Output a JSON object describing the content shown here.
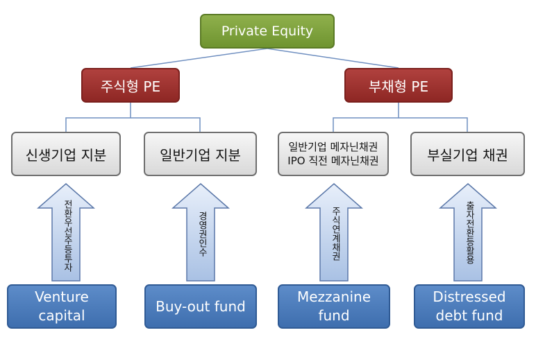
{
  "root": {
    "label": "Private Equity"
  },
  "categories": [
    {
      "label": "주식형 PE"
    },
    {
      "label": "부채형 PE"
    }
  ],
  "subcategories": [
    {
      "label": "신생기업 지분"
    },
    {
      "label": "일반기업 지분"
    },
    {
      "label": "일반기업 메자닌채권\nIPO 직전 메자닌채권"
    },
    {
      "label": "부실기업 채권"
    }
  ],
  "arrows": [
    {
      "label": "전환우선주등투자"
    },
    {
      "label": "경영권인수"
    },
    {
      "label": "주식연계채권"
    },
    {
      "label": "출자전환등활용"
    }
  ],
  "funds": [
    {
      "label": "Venture\ncapital"
    },
    {
      "label": "Buy-out fund"
    },
    {
      "label": "Mezzanine\nfund"
    },
    {
      "label": "Distressed\ndebt fund"
    }
  ],
  "colors": {
    "root": "#77a03a",
    "category": "#9e3532",
    "subcategory": "#e6e6e6",
    "fund": "#4a7bbd",
    "arrow": "#c9d8ee",
    "connector": "#6f8fc0"
  }
}
